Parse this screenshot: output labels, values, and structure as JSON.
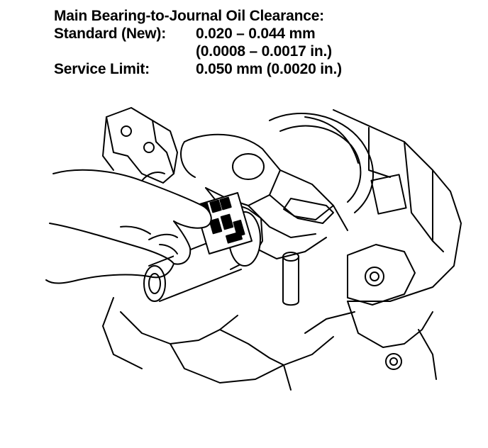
{
  "spec": {
    "title": "Main Bearing-to-Journal Oil Clearance:",
    "standard_label": "Standard (New):",
    "standard_mm": "0.020 – 0.044 mm",
    "standard_in": "(0.0008 – 0.0017 in.)",
    "service_label": "Service Limit:",
    "service_value": "0.050 mm (0.0020 in.)"
  },
  "illustration": {
    "subject": "hand-pressing-plastigage-on-crankshaft-main-journal",
    "colors": {
      "line": "#000000",
      "fill": "#ffffff"
    }
  }
}
